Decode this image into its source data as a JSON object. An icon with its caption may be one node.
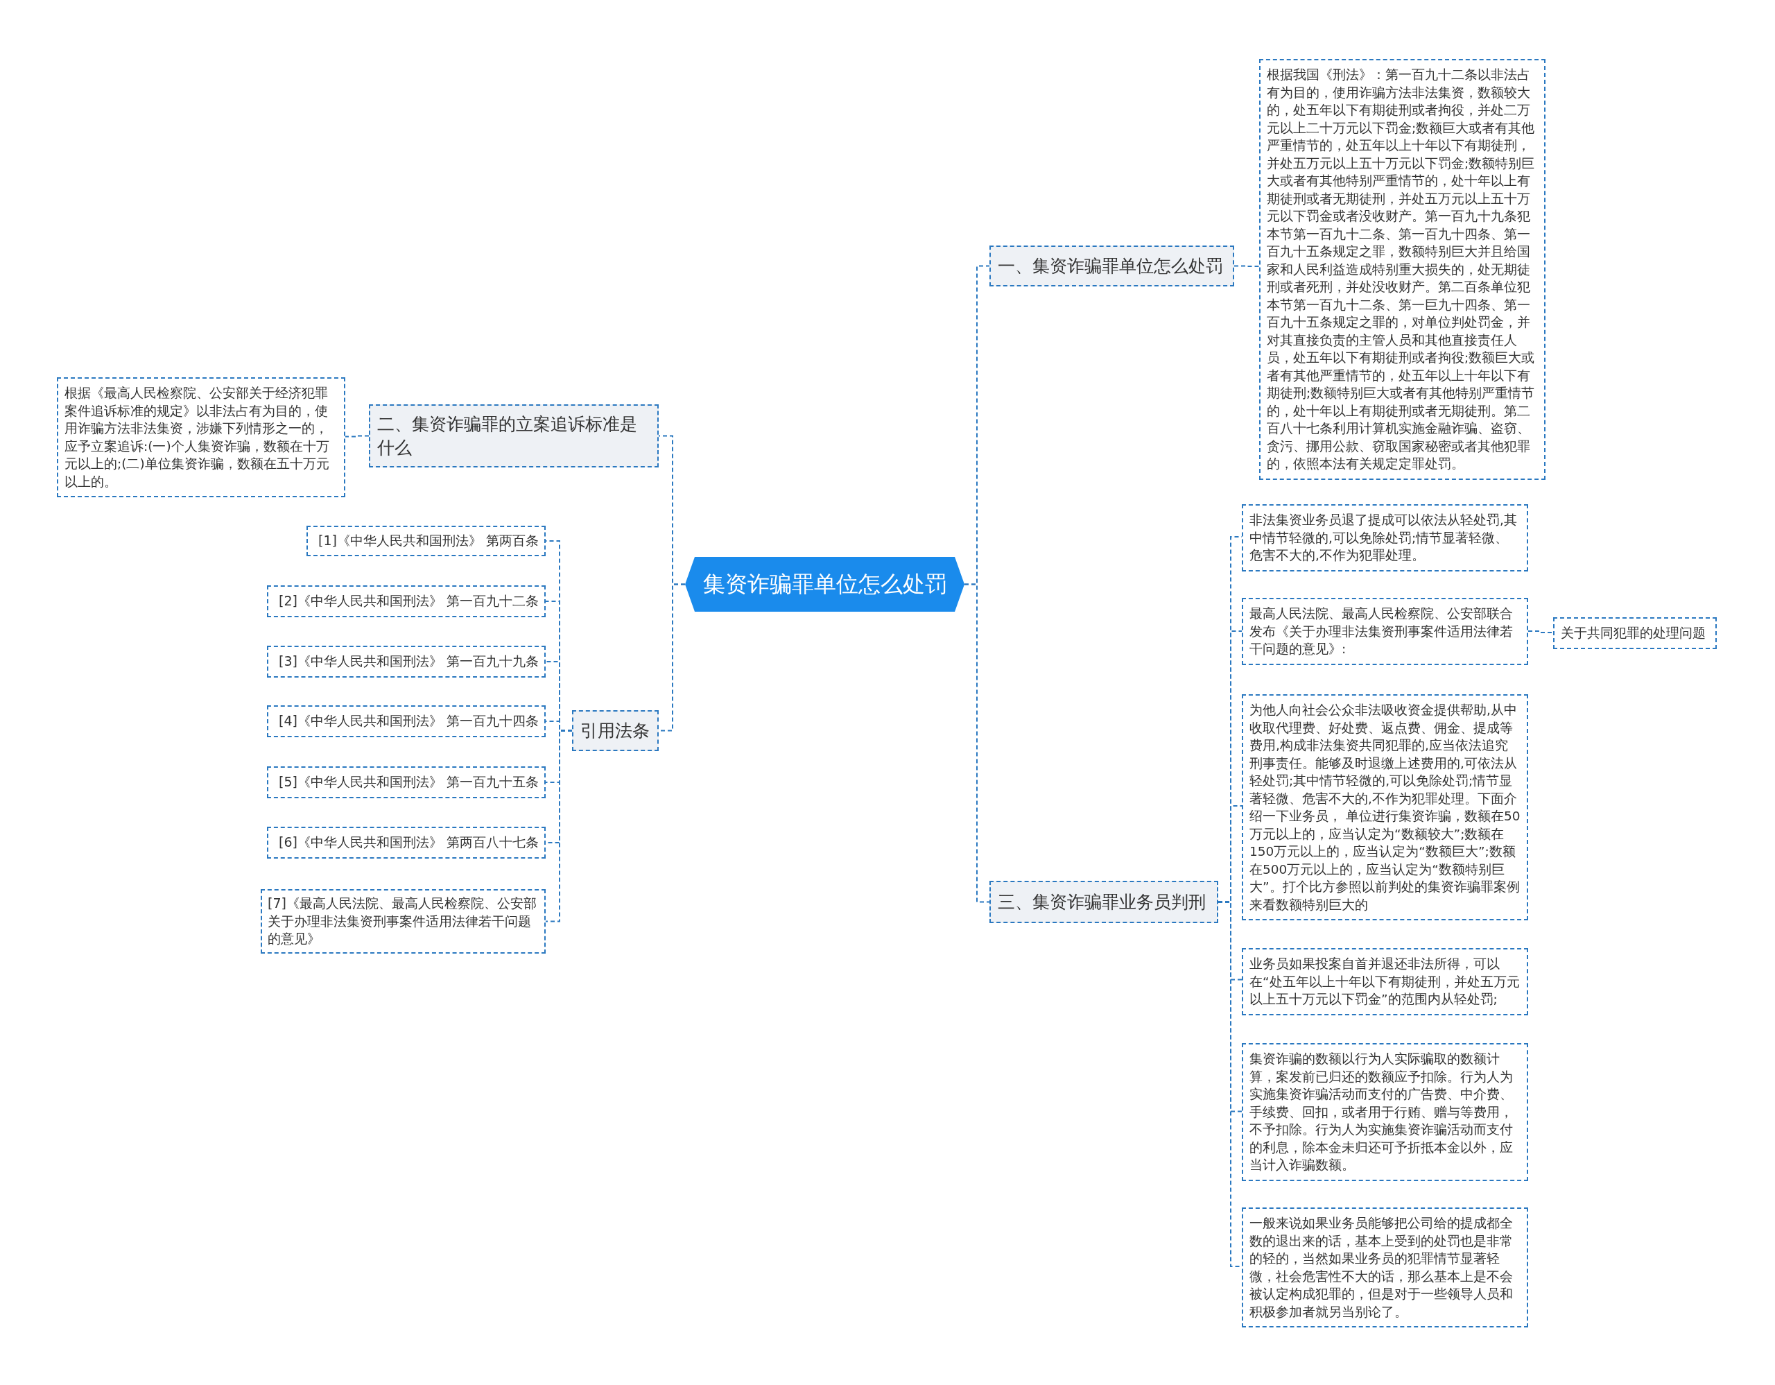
{
  "diagram": {
    "nodes": [
      {
        "text": [
          "集资诈骗罪单位怎么处罚"
        ]
      },
      {
        "text": [
          "一、集资诈骗罪单位怎么处罚"
        ]
      },
      {
        "text": [
          "根据我国《刑法》：第一百九十二条以非法占有为目的，使用诈骗方法非法集资，数额较大的，处五年以下有期徒刑或者拘役，并处二万元以上二十万元以下罚金;数额巨大或者有其他严重情节的，处五年以上十年以下有期徒刑，并处五万元以上五十万元以下罚金;数额特别巨大或者有其他特别严重情节的，处十年以上有期徒刑或者无期徒刑，并处五万元以上五十万元以下罚金或者没收财产。第一百九十九条犯本节第一百九十二条、第一百九十四条、第一百九十五条规定之罪，数额特别巨大并且给国家和人民利益造成特别重大损失的，处无期徒刑或者死刑，并处没收财产。第二百条单位犯本节第一百九十二条、第一巨九十四条、第一百九十五条规定之罪的，对单位判处罚金，并对其直接负责的主管人员和其他直接责任人员，处五年以下有期徒刑或者拘役;数额巨大或者有其他严重情节的，处五年以上十年以下有期徒刑;数额特别巨大或者有其他特别严重情节的，处十年以上有期徒刑或者无期徒刑。第二百八十七条利用计算机实施金融诈骗、盗窃、贪污、挪用公款、窃取国家秘密或者其他犯罪的，依照本法有关规定定罪处罚。"
        ]
      },
      {
        "text": [
          "二、集资诈骗罪的立案追诉标准是什么"
        ]
      },
      {
        "text": [
          "根据《最高人民检察院、公安部关于经济犯罪案件追诉标准的规定》以非法占有为目的，使用诈骗方法非法集资，涉嫌下列情形之一的，应予立案追诉:(一)个人集资诈骗，数额在十万元以上的;(二)单位集资诈骗，数额在五十万元以上的。"
        ]
      },
      {
        "text": [
          "引用法条"
        ]
      },
      {
        "text": [
          "[1]《中华人民共和国刑法》 第两百条"
        ]
      },
      {
        "text": [
          "[2]《中华人民共和国刑法》 第一百九十二条"
        ]
      },
      {
        "text": [
          "[3]《中华人民共和国刑法》 第一百九十九条"
        ]
      },
      {
        "text": [
          "[4]《中华人民共和国刑法》 第一百九十四条"
        ]
      },
      {
        "text": [
          "[5]《中华人民共和国刑法》 第一百九十五条"
        ]
      },
      {
        "text": [
          "[6]《中华人民共和国刑法》 第两百八十七条"
        ]
      },
      {
        "text": [
          "[7]《最高人民法院、最高人民检察院、公安部关于办理非法集资刑事案件适用法律若干问题的意见》"
        ]
      },
      {
        "text": [
          "三、集资诈骗罪业务员判刑"
        ]
      },
      {
        "text": [
          "非法集资业务员退了提成可以依法从轻处罚,其中情节轻微的,可以免除处罚;情节显著轻微、危害不大的,不作为犯罪处理。"
        ]
      },
      {
        "text": [
          "最高人民法院、最高人民检察院、公安部联合发布《关于办理非法集资刑事案件适用法律若干问题的意见》:"
        ]
      },
      {
        "text": [
          "关于共同犯罪的处理问题"
        ]
      },
      {
        "text": [
          "为他人向社会公众非法吸收资金提供帮助,从中收取代理费、好处费、返点费、佣金、提成等费用,构成非法集资共同犯罪的,应当依法追究刑事责任。能够及时退缴上述费用的,可依法从轻处罚;其中情节轻微的,可以免除处罚;情节显著轻微、危害不大的,不作为犯罪处理。下面介绍一下业务员， 单位进行集资诈骗，数额在50万元以上的，应当认定为“数额较大”;数额在150万元以上的，应当认定为“数额巨大”;数额在500万元以上的，应当认定为“数额特别巨大”。打个比方参照以前判处的集资诈骗罪案例来看数额特别巨大的"
        ]
      },
      {
        "text": [
          "业务员如果投案自首并退还非法所得，可以在“处五年以上十年以下有期徒刑，并处五万元以上五十万元以下罚金”的范围内从轻处罚;"
        ]
      },
      {
        "text": [
          "集资诈骗的数额以行为人实际骗取的数额计算，案发前已归还的数额应予扣除。行为人为实施集资诈骗活动而支付的广告费、中介费、手续费、回扣，或者用于行贿、赠与等费用，不予扣除。行为人为实施集资诈骗活动而支付的利息，除本金未归还可予折抵本金以外，应当计入诈骗数额。"
        ]
      },
      {
        "text": [
          "一般来说如果业务员能够把公司给的提成都全数的退出来的话，基本上受到的处罚也是非常的轻的，当然如果业务员的犯罪情节显著轻微，社会危害性不大的话，那么基本上是不会被认定构成犯罪的，但是对于一些领导人员和积极参加者就另当别论了。"
        ]
      }
    ],
    "edges": [
      {
        "from": 0,
        "to": 1,
        "arrow": "none"
      },
      {
        "from": 1,
        "to": 2,
        "arrow": "none"
      },
      {
        "from": 0,
        "to": 3,
        "arrow": "none"
      },
      {
        "from": 3,
        "to": 4,
        "arrow": "none"
      },
      {
        "from": 0,
        "to": 5,
        "arrow": "none"
      },
      {
        "from": 5,
        "to": 6,
        "arrow": "none"
      },
      {
        "from": 5,
        "to": 7,
        "arrow": "none"
      },
      {
        "from": 5,
        "to": 8,
        "arrow": "none"
      },
      {
        "from": 5,
        "to": 9,
        "arrow": "none"
      },
      {
        "from": 5,
        "to": 10,
        "arrow": "none"
      },
      {
        "from": 5,
        "to": 11,
        "arrow": "none"
      },
      {
        "from": 5,
        "to": 12,
        "arrow": "none"
      },
      {
        "from": 0,
        "to": 13,
        "arrow": "none"
      },
      {
        "from": 13,
        "to": 14,
        "arrow": "none"
      },
      {
        "from": 13,
        "to": 15,
        "arrow": "none"
      },
      {
        "from": 15,
        "to": 16,
        "arrow": "none"
      },
      {
        "from": 13,
        "to": 17,
        "arrow": "none"
      },
      {
        "from": 13,
        "to": 18,
        "arrow": "none"
      },
      {
        "from": 13,
        "to": 19,
        "arrow": "none"
      },
      {
        "from": 13,
        "to": 20,
        "arrow": "none"
      }
    ]
  }
}
